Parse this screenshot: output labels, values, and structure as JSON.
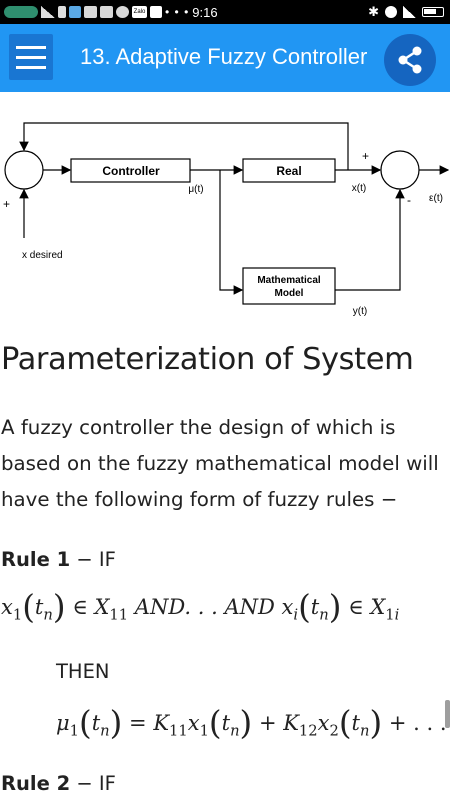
{
  "status_bar": {
    "time": "9:16",
    "dots": "• • •"
  },
  "app_bar": {
    "title": "13. Adaptive Fuzzy Controller",
    "color": "#2196f3"
  },
  "diagram": {
    "controller_label": "Controller",
    "real_label": "Real",
    "model_label_line1": "Mathematical",
    "model_label_line2": "Model",
    "mu_label": "μ(t)",
    "x_label": "x(t)",
    "epsilon_label": "ε(t)",
    "y_label": "y(t)",
    "x_desired_label": "x desired",
    "plus_left": "+",
    "plus_top": "+",
    "minus_bottom": "-"
  },
  "article": {
    "heading": "Parameterization of System",
    "paragraph_lines": [
      "A fuzzy controller the design of which is",
      "based on the fuzzy mathematical model will",
      "have the following form of fuzzy rules −"
    ],
    "rule1_label": "Rule 1",
    "rule1_suffix": " − IF",
    "then_label": "THEN",
    "rule2_label": "Rule 2",
    "rule2_suffix": " − IF"
  }
}
